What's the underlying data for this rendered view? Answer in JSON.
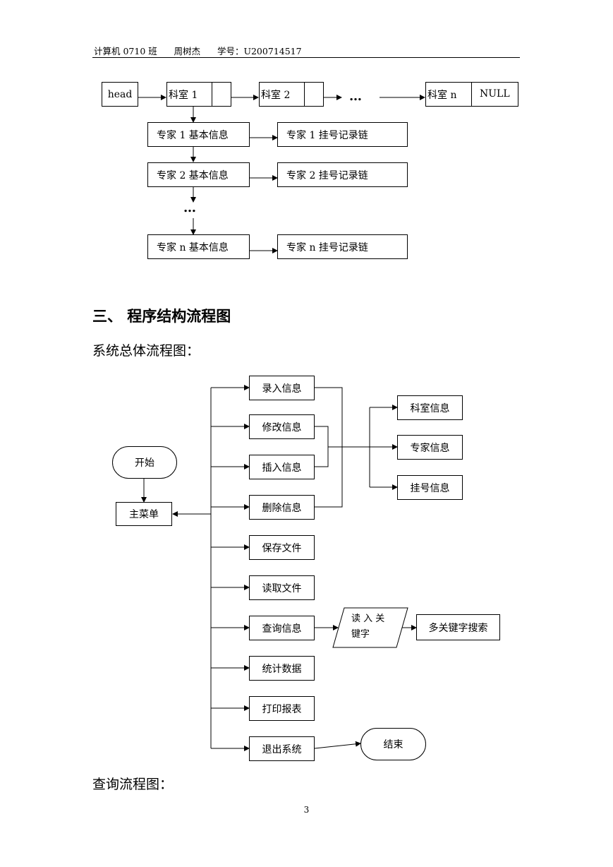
{
  "header": {
    "text": "计算机 0710 班      周树杰      学号：U200714517"
  },
  "list_diagram": {
    "head": "head",
    "depts": [
      "科室 1",
      "科室 2",
      "科室 n"
    ],
    "null_label": "NULL",
    "ellipsis": "…",
    "expert_info": [
      "专家 1 基本信息",
      "专家 2 基本信息",
      "专家 n 基本信息"
    ],
    "expert_chain": [
      "专家 1 挂号记录链",
      "专家 2 挂号记录链",
      "专家 n 挂号记录链"
    ]
  },
  "section": {
    "title": "三、 程序结构流程图"
  },
  "overall_caption": "系统总体流程图：",
  "flowchart": {
    "start": "开始",
    "main_menu": "主菜单",
    "menu_items": [
      "录入信息",
      "修改信息",
      "插入信息",
      "删除信息",
      "保存文件",
      "读取文件",
      "查询信息",
      "统计数据",
      "打印报表",
      "退出系统"
    ],
    "targets": [
      "科室信息",
      "专家信息",
      "挂号信息"
    ],
    "read_keyword": "读 入 关 键字",
    "multi_search": "多关键字搜索",
    "end": "结束"
  },
  "query_caption": "查询流程图：",
  "page_number": "3"
}
